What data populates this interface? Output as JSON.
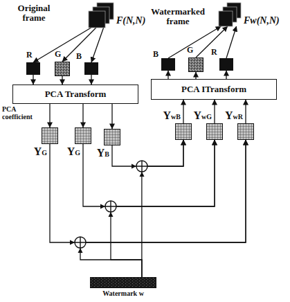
{
  "diagram": {
    "nodes": [
      {
        "text": [
          "Original frame",
          "F(N,N)"
        ]
      },
      {
        "text": [
          "Watermarked frame",
          "Fw(N,N)"
        ]
      },
      {
        "text": [
          "R"
        ]
      },
      {
        "text": [
          "G"
        ]
      },
      {
        "text": [
          "B"
        ]
      },
      {
        "text": [
          "B"
        ]
      },
      {
        "text": [
          "G"
        ]
      },
      {
        "text": [
          "R"
        ]
      },
      {
        "text": [
          "PCA Transform"
        ]
      },
      {
        "text": [
          "PCA ITransform"
        ]
      },
      {
        "text": [
          "YG"
        ]
      },
      {
        "text": [
          "YG"
        ]
      },
      {
        "text": [
          "YB"
        ]
      },
      {
        "text": [
          "YwB"
        ]
      },
      {
        "text": [
          "YwG"
        ]
      },
      {
        "text": [
          "YwR"
        ]
      },
      {
        "text": [
          "Watermark w"
        ]
      }
    ],
    "edges": [
      {
        "from": 0,
        "to": 2,
        "arrow": "to"
      },
      {
        "from": 0,
        "to": 3,
        "arrow": "to"
      },
      {
        "from": 0,
        "to": 4,
        "arrow": "to"
      },
      {
        "from": 2,
        "to": 8,
        "arrow": "to"
      },
      {
        "from": 3,
        "to": 8,
        "arrow": "to"
      },
      {
        "from": 4,
        "to": 8,
        "arrow": "to"
      },
      {
        "from": 8,
        "to": 10,
        "arrow": "to"
      },
      {
        "from": 8,
        "to": 11,
        "arrow": "to"
      },
      {
        "from": 8,
        "to": 12,
        "arrow": "to"
      },
      {
        "from": 12,
        "to": 13,
        "arrow": "to"
      },
      {
        "from": 11,
        "to": 14,
        "arrow": "to"
      },
      {
        "from": 10,
        "to": 15,
        "arrow": "to"
      },
      {
        "from": 16,
        "to": 13,
        "arrow": "to"
      },
      {
        "from": 16,
        "to": 14,
        "arrow": "to"
      },
      {
        "from": 16,
        "to": 15,
        "arrow": "to"
      },
      {
        "from": 13,
        "to": 9,
        "arrow": "to"
      },
      {
        "from": 14,
        "to": 9,
        "arrow": "to"
      },
      {
        "from": 15,
        "to": 9,
        "arrow": "to"
      },
      {
        "from": 9,
        "to": 5,
        "arrow": "to"
      },
      {
        "from": 9,
        "to": 6,
        "arrow": "to"
      },
      {
        "from": 9,
        "to": 7,
        "arrow": "to"
      },
      {
        "from": 5,
        "to": 1,
        "arrow": "to"
      },
      {
        "from": 6,
        "to": 1,
        "arrow": "to"
      },
      {
        "from": 7,
        "to": 1,
        "arrow": "to"
      }
    ],
    "labels": [
      "PCA coefficient"
    ]
  }
}
